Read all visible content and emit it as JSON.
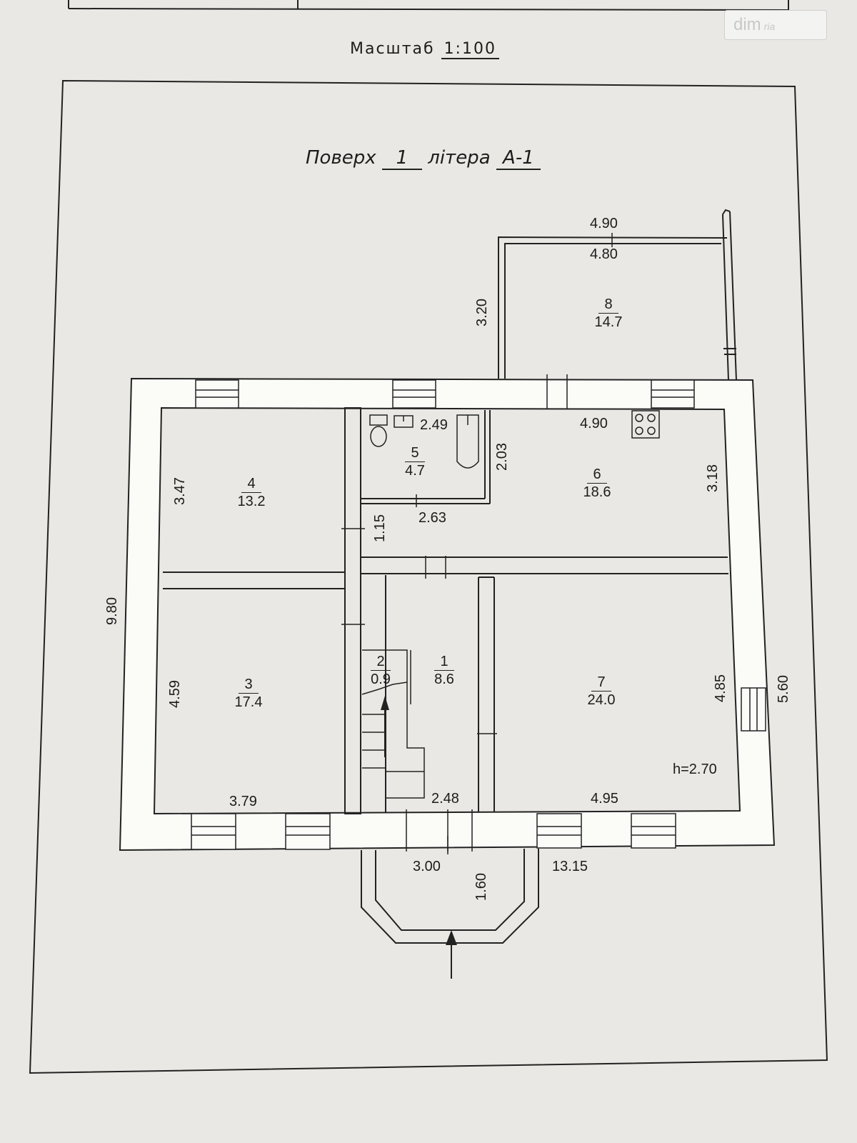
{
  "header": {
    "scale_label": "Масштаб",
    "scale_value": "1:100",
    "watermark": "dim",
    "watermark_sub": "ria"
  },
  "floor_title": {
    "floor_word": "Поверх",
    "floor_value": "1",
    "letter_word": "літера",
    "letter_value": "А-1"
  },
  "rooms": [
    {
      "number": "1",
      "area": "8.6"
    },
    {
      "number": "2",
      "area": "0.9"
    },
    {
      "number": "3",
      "area": "17.4"
    },
    {
      "number": "4",
      "area": "13.2"
    },
    {
      "number": "5",
      "area": "4.7"
    },
    {
      "number": "6",
      "area": "18.6"
    },
    {
      "number": "7",
      "area": "24.0"
    },
    {
      "number": "8",
      "area": "14.7"
    }
  ],
  "dimensions": {
    "annex_outer_width": "4.90",
    "annex_inner_width": "4.80",
    "annex_depth": "3.20",
    "bath_width": "2.49",
    "bath_depth": "2.03",
    "kitchen_width": "4.90",
    "kitchen_depth": "3.18",
    "room4_depth": "3.47",
    "corridor_width": "2.63",
    "corridor_depth": "1.15",
    "overall_depth": "9.80",
    "room3_depth": "4.59",
    "room7_depth": "4.85",
    "right_depth": "5.60",
    "room3_width": "3.79",
    "hall_width": "2.48",
    "room7_width": "4.95",
    "ceiling_height": "h=2.70",
    "porch_width": "3.00",
    "porch_depth": "1.60",
    "overall_width": "13.15"
  }
}
